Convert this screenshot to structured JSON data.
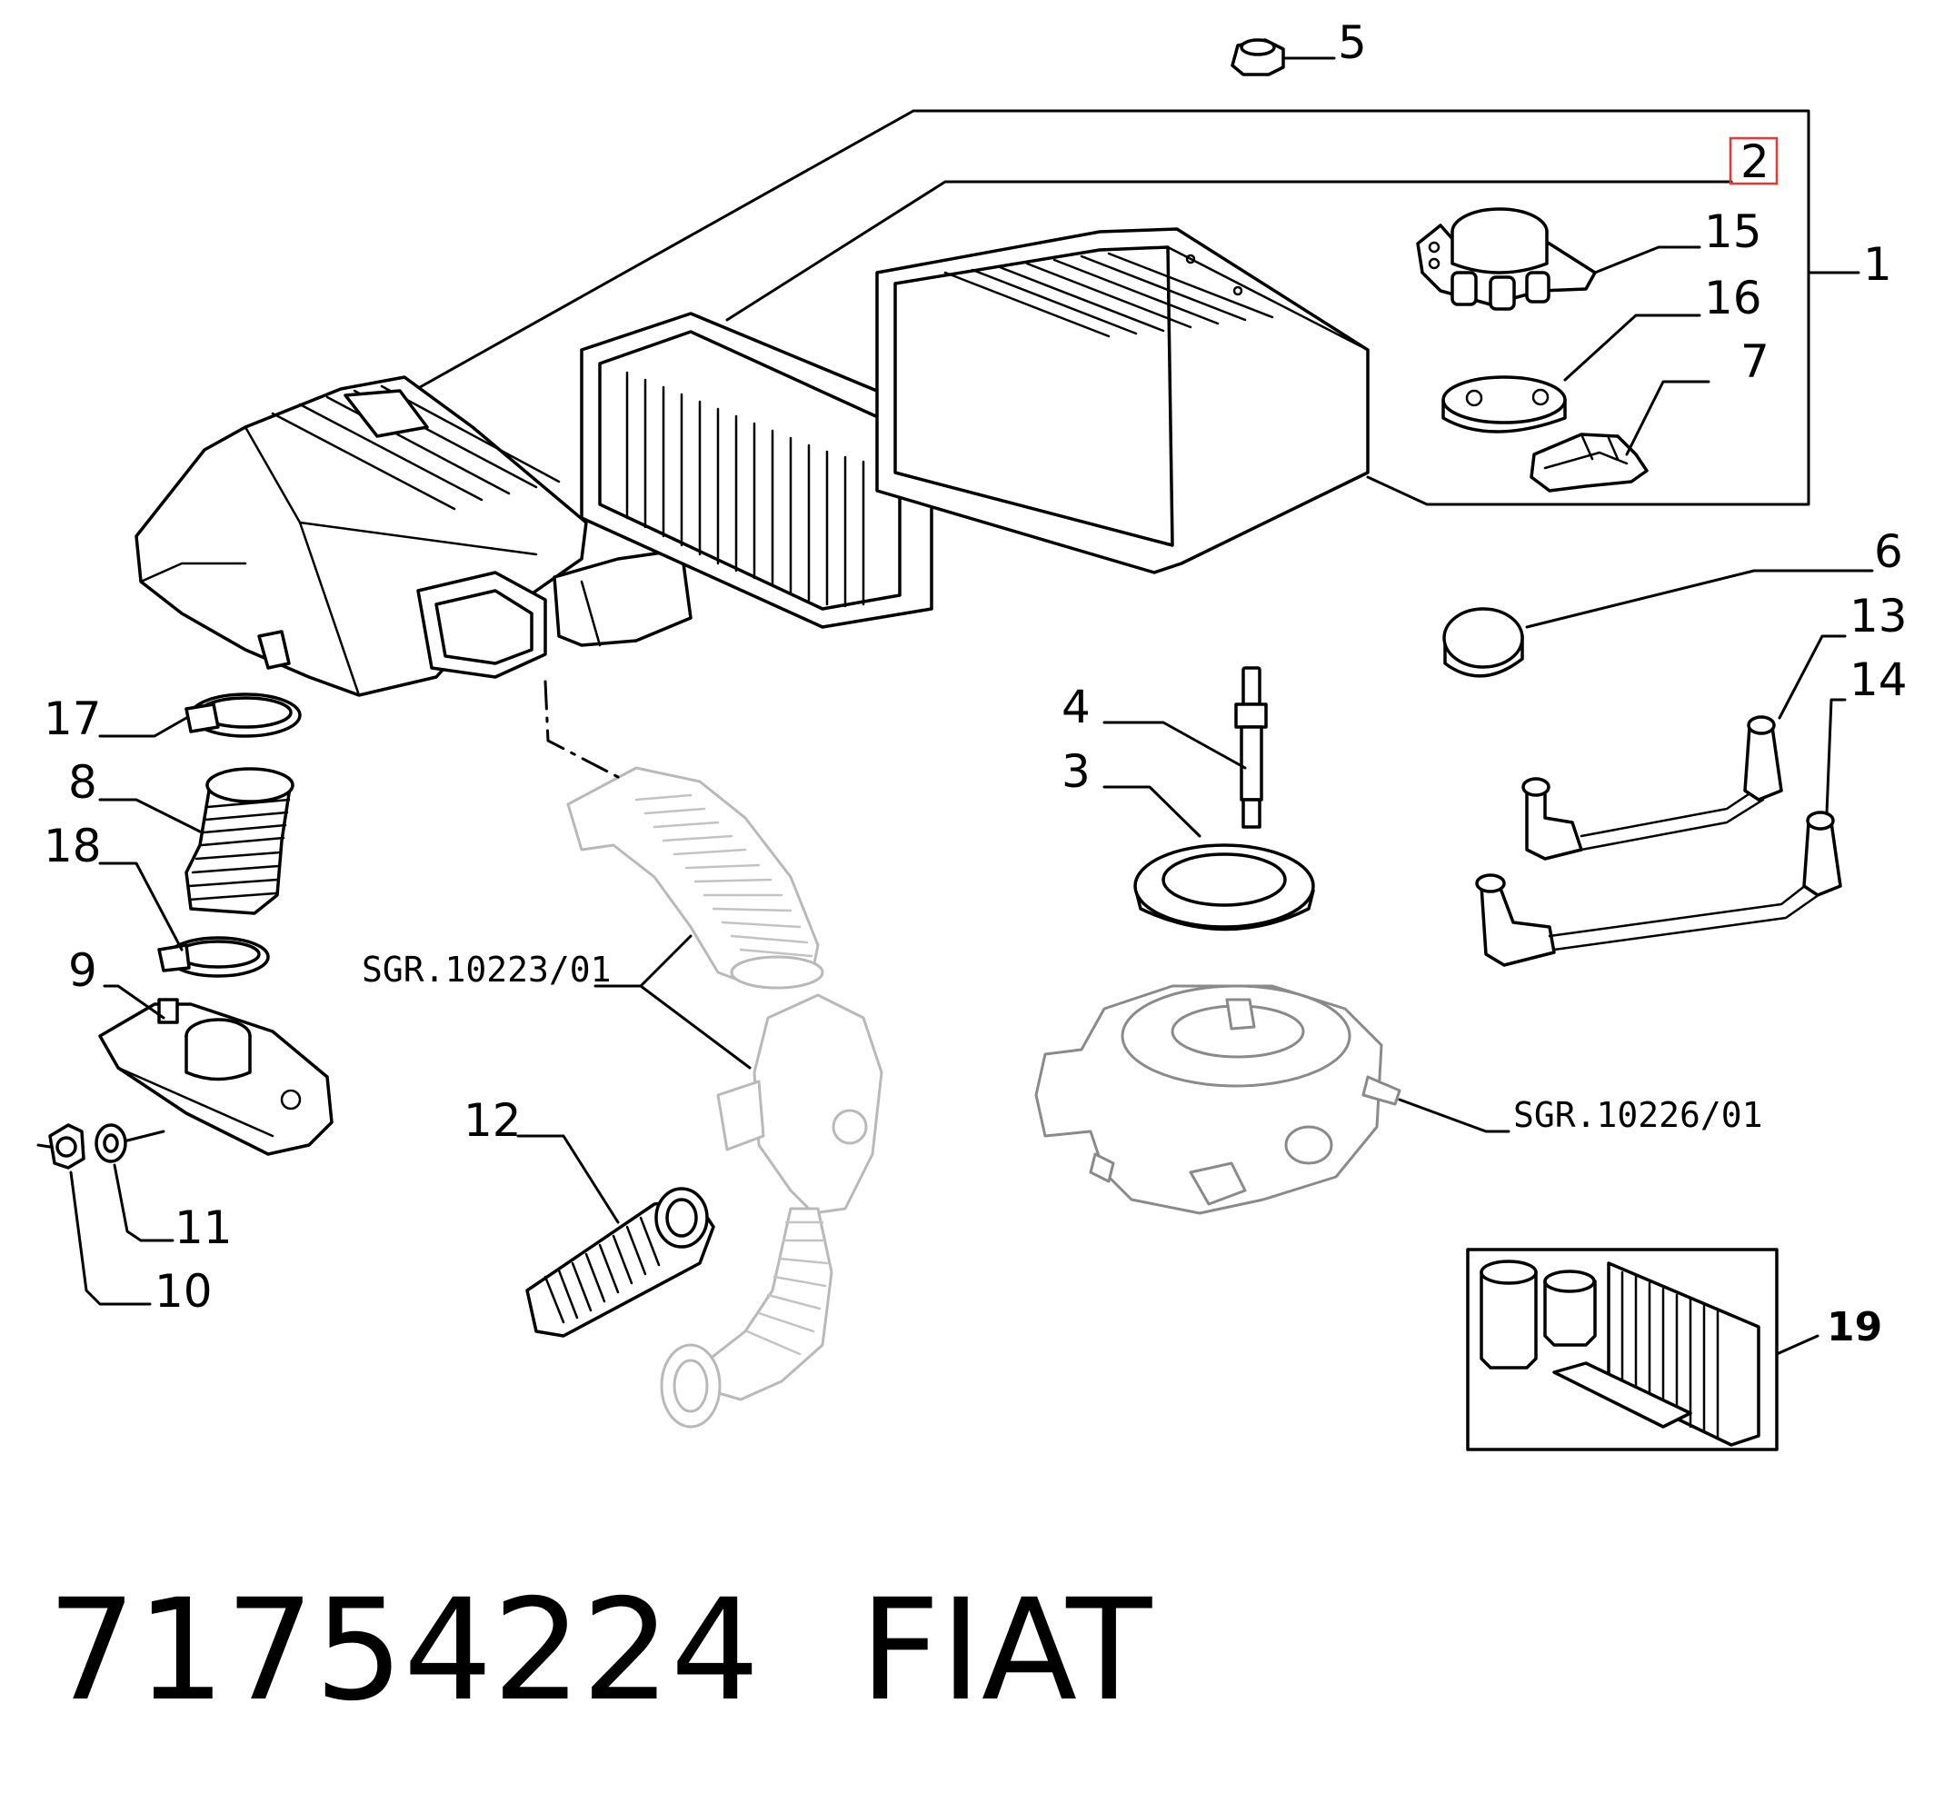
{
  "callouts": {
    "c1": "1",
    "c2": "2",
    "c3": "3",
    "c4": "4",
    "c5": "5",
    "c6": "6",
    "c7": "7",
    "c8": "8",
    "c9": "9",
    "c10": "10",
    "c11": "11",
    "c12": "12",
    "c13": "13",
    "c14": "14",
    "c15": "15",
    "c16": "16",
    "c17": "17",
    "c18": "18",
    "c19": "19"
  },
  "highlighted_callout": "2",
  "references": {
    "hose_group": "SGR.10223/01",
    "throttle_body_group": "SGR.10226/01"
  },
  "footer": {
    "part_number": "71754224",
    "brand": "FIAT"
  }
}
